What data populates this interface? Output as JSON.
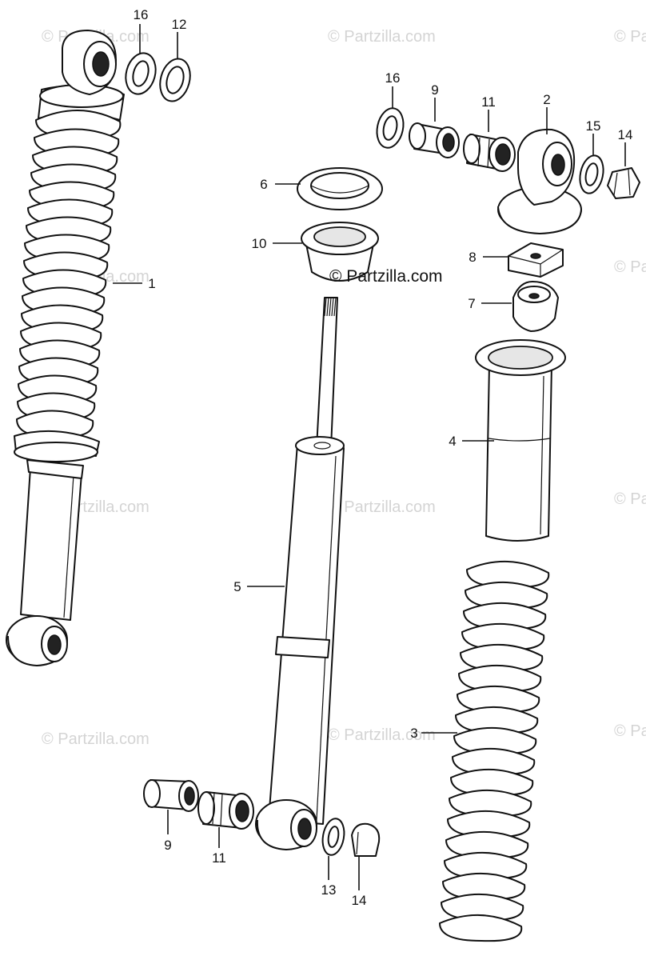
{
  "watermark": "© Partzilla.com",
  "watermark_center": "© Partzilla.com",
  "callouts": {
    "c1": "1",
    "c2": "2",
    "c3": "3",
    "c4": "4",
    "c5": "5",
    "c6": "6",
    "c7": "7",
    "c8": "8",
    "c9_top": "9",
    "c9_bottom": "9",
    "c10": "10",
    "c11_top": "11",
    "c11_bottom": "11",
    "c12": "12",
    "c13": "13",
    "c14_top": "14",
    "c14_bottom": "14",
    "c15": "15",
    "c16_left": "16",
    "c16_right": "16"
  }
}
